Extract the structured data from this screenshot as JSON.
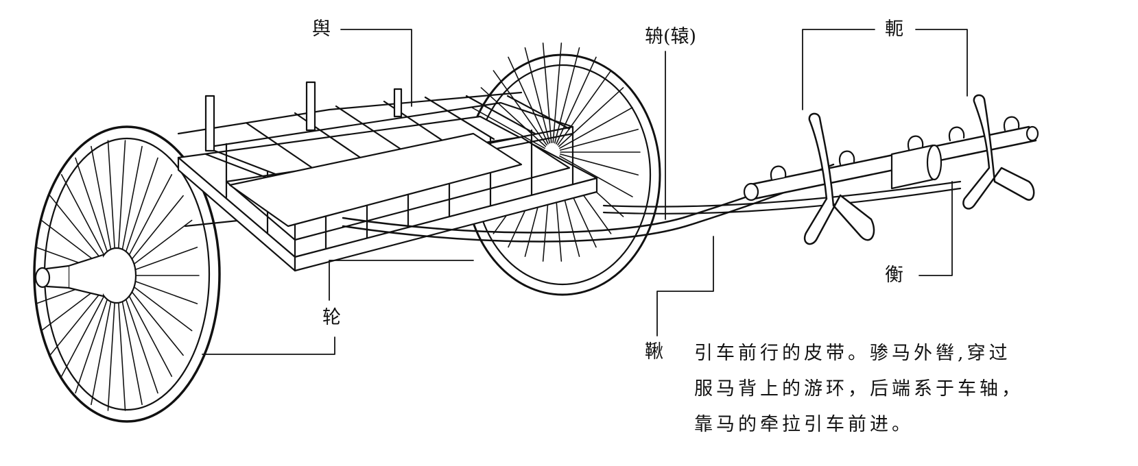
{
  "labels": {
    "yu": "舆",
    "zhou": "辀(辕)",
    "e": "軛",
    "heng": "衡",
    "lun": "轮",
    "qiu": "鞦"
  },
  "description": {
    "line1": "引车前行的皮带。骖马外辔,穿过",
    "line2": "服马背上的游环，后端系于车轴，",
    "line3": "靠马的牵拉引车前进。"
  },
  "colors": {
    "ink": "#111111",
    "background": "#ffffff"
  }
}
